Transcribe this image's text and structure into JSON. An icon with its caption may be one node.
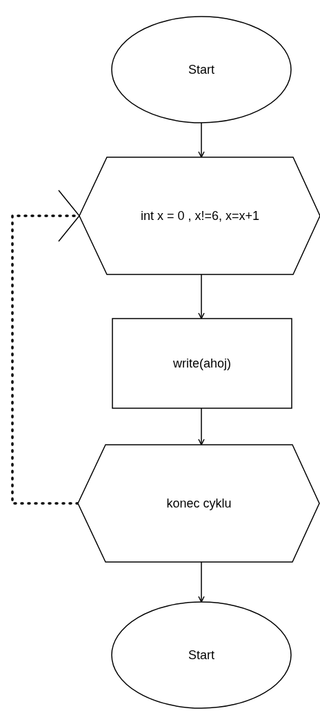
{
  "diagram": {
    "nodes": [
      {
        "text": [
          "Start"
        ]
      },
      {
        "text": [
          "int x = 0 , x!=6, x=x+1"
        ]
      },
      {
        "text": [
          "write(ahoj)"
        ]
      },
      {
        "text": [
          "konec cyklu"
        ]
      },
      {
        "text": [
          "Start"
        ]
      }
    ],
    "edges": [
      {
        "from": 0,
        "to": 1,
        "arrow": "to"
      },
      {
        "from": 1,
        "to": 2,
        "arrow": "to"
      },
      {
        "from": 2,
        "to": 3,
        "arrow": "to"
      },
      {
        "from": 3,
        "to": 4,
        "arrow": "to"
      },
      {
        "from": 3,
        "to": 1,
        "arrow": "to",
        "style": "dashed"
      }
    ]
  }
}
